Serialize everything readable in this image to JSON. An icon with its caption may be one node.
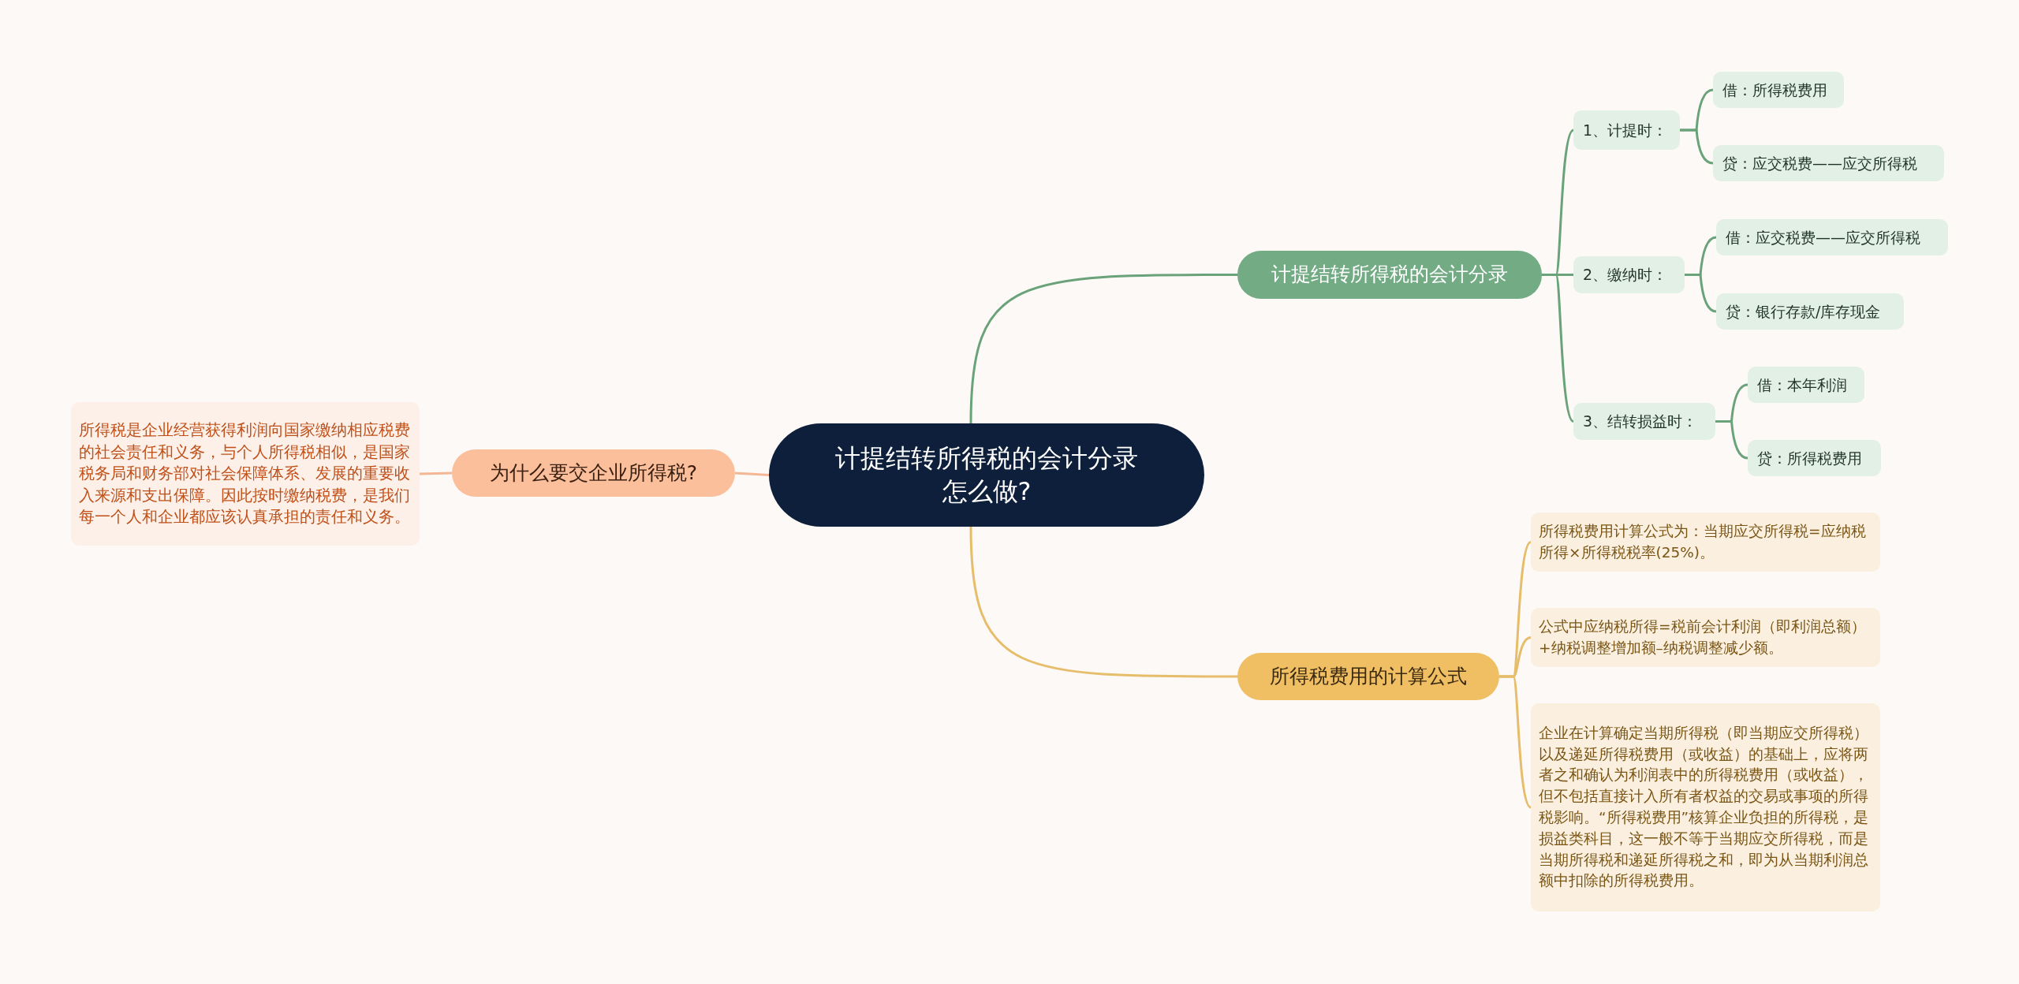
{
  "diagram": {
    "nodes": [
      {
        "text": [
          "计提结转所得税的会计分录怎么做?"
        ]
      },
      {
        "text": [
          "计提结转所得税的会计分录"
        ]
      },
      {
        "text": [
          "1、计提时："
        ]
      },
      {
        "text": [
          "借：所得税费用"
        ]
      },
      {
        "text": [
          "贷：应交税费——应交所得税"
        ]
      },
      {
        "text": [
          "2、缴纳时："
        ]
      },
      {
        "text": [
          "借：应交税费——应交所得税"
        ]
      },
      {
        "text": [
          "贷：银行存款/库存现金"
        ]
      },
      {
        "text": [
          "3、结转损益时："
        ]
      },
      {
        "text": [
          "借：本年利润"
        ]
      },
      {
        "text": [
          "贷：所得税费用"
        ]
      },
      {
        "text": [
          "所得税费用的计算公式"
        ]
      },
      {
        "text": [
          "所得税费用计算公式为：当期应交所得税=应纳税所得×所得税税率(25%)。"
        ]
      },
      {
        "text": [
          "公式中应纳税所得=税前会计利润（即利润总额）+纳税调整增加额–纳税调整减少额。"
        ]
      },
      {
        "text": [
          "企业在计算确定当期所得税（即当期应交所得税）以及递延所得税费用（或收益）的基础上，应将两者之和确认为利润表中的所得税费用（或收益），但不包括直接计入所有者权益的交易或事项的所得税影响。“所得税费用”核算企业负担的所得税，是损益类科目，这一般不等于当期应交所得税，而是当期所得税和递延所得税之和，即为从当期利润总额中扣除的所得税费用。"
        ]
      },
      {
        "text": [
          "为什么要交企业所得税?"
        ]
      },
      {
        "text": [
          "所得税是企业经营获得利润向国家缴纳相应税费的社会责任和义务，与个人所得税相似，是国家税务局和财务部对社会保障体系、发展的重要收入来源和支出保障。因此按时缴纳税费，是我们每一个人和企业都应该认真承担的责任和义务。"
        ]
      }
    ],
    "edges": [
      {
        "from": 0,
        "to": 1,
        "arrow": "none"
      },
      {
        "from": 1,
        "to": 2,
        "arrow": "none"
      },
      {
        "from": 2,
        "to": 3,
        "arrow": "none"
      },
      {
        "from": 2,
        "to": 4,
        "arrow": "none"
      },
      {
        "from": 1,
        "to": 5,
        "arrow": "none"
      },
      {
        "from": 5,
        "to": 6,
        "arrow": "none"
      },
      {
        "from": 5,
        "to": 7,
        "arrow": "none"
      },
      {
        "from": 1,
        "to": 8,
        "arrow": "none"
      },
      {
        "from": 8,
        "to": 9,
        "arrow": "none"
      },
      {
        "from": 8,
        "to": 10,
        "arrow": "none"
      },
      {
        "from": 0,
        "to": 11,
        "arrow": "none",
        "color": "#e6bd6a"
      },
      {
        "from": 11,
        "to": 12,
        "arrow": "none",
        "color": "#e6bd6a"
      },
      {
        "from": 11,
        "to": 13,
        "arrow": "none",
        "color": "#e6bd6a"
      },
      {
        "from": 11,
        "to": 14,
        "arrow": "none",
        "color": "#e6bd6a"
      },
      {
        "from": 0,
        "to": 15,
        "arrow": "none",
        "color": "#f4b796"
      },
      {
        "from": 15,
        "to": 16,
        "arrow": "none",
        "color": "#f4b796"
      }
    ]
  }
}
